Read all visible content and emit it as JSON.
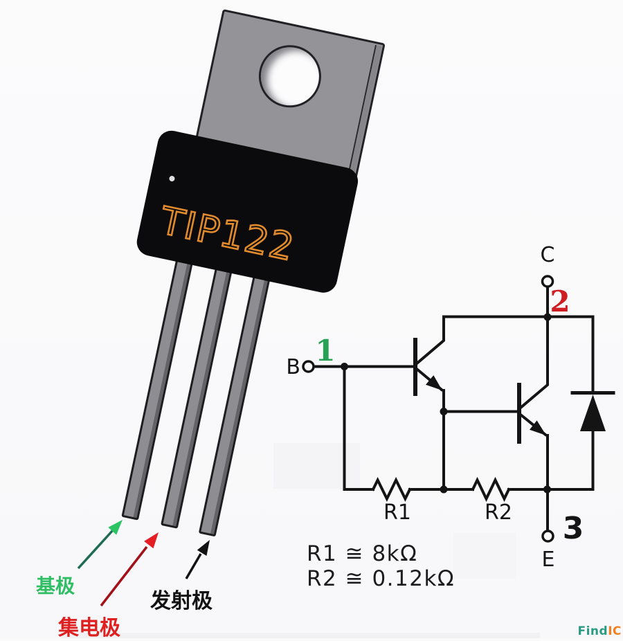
{
  "package": {
    "part_number": "TIP122",
    "pins": [
      {
        "number": 1,
        "label": "基极",
        "label_color": "#2FBE64",
        "arrow_shaft": "#1F6B54",
        "arrow_head": "#2BC465"
      },
      {
        "number": 2,
        "label": "集电极",
        "label_color": "#DF2020",
        "arrow_shaft": "#A31018",
        "arrow_head": "#E51D24"
      },
      {
        "number": 3,
        "label": "发射极",
        "label_color": "#121212",
        "arrow_shaft": "#121212",
        "arrow_head": "#121212"
      }
    ]
  },
  "schematic": {
    "terminals": {
      "base": "B",
      "collector": "C",
      "emitter": "E"
    },
    "pin_numbers": {
      "base": "1",
      "collector": "2",
      "emitter": "3"
    },
    "pin_number_colors": {
      "base": "#27A156",
      "collector": "#CE1D23",
      "emitter": "#141414"
    },
    "resistors": [
      {
        "name": "R1",
        "value": "8kΩ"
      },
      {
        "name": "R2",
        "value": "0.12kΩ"
      }
    ],
    "formulas": [
      "R1 ≅ 8kΩ",
      "R2 ≅ 0.12kΩ"
    ],
    "line_color": "#141414"
  },
  "watermark": {
    "find": "Find",
    "ic": "IC"
  },
  "colors": {
    "background": "#fafafb",
    "tab_gray": "#939398",
    "leg_gray": "#8d8d92",
    "body_black": "#0b0b0d",
    "marking_orange": "#E18A2B"
  }
}
